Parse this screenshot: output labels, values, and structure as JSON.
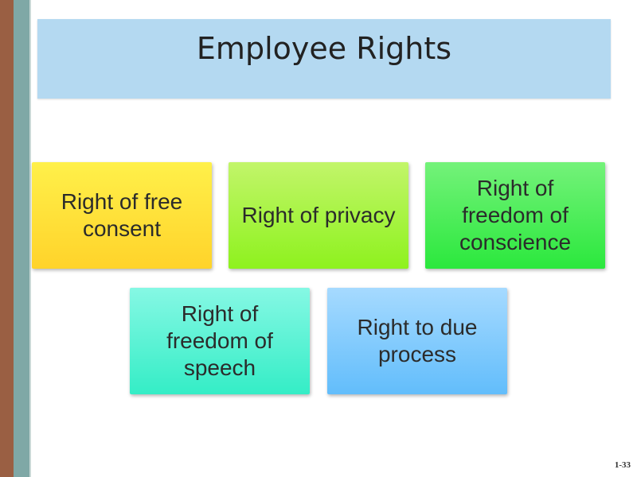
{
  "slide": {
    "title": "Employee Rights",
    "number": "1-33"
  },
  "rights": [
    {
      "label": "Right of free consent",
      "color": "#ffe13a"
    },
    {
      "label": "Right of privacy",
      "color": "#a6f43f"
    },
    {
      "label": "Right of freedom of conscience",
      "color": "#45ec55"
    },
    {
      "label": "Right of freedom of speech",
      "color": "#54f2d2"
    },
    {
      "label": "Right to due process",
      "color": "#7fcbfd"
    }
  ],
  "colors": {
    "title_bg": "#b4d9f1",
    "left_band_brown": "#9a5f43",
    "left_band_teal": "#7fa8a6"
  }
}
